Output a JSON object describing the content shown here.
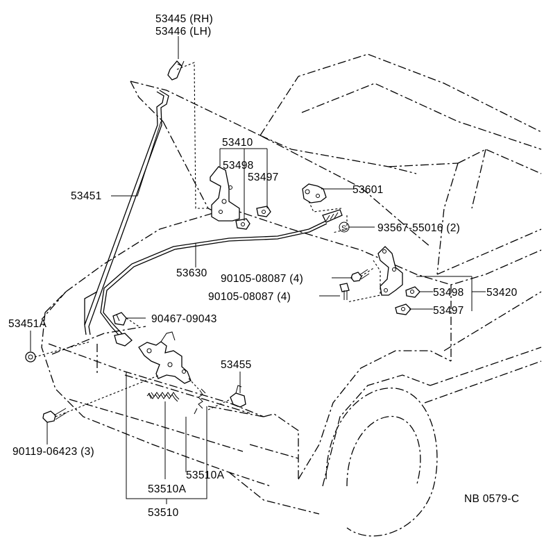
{
  "labels": {
    "p53445": "53445 (RH)",
    "p53446": "53446 (LH)",
    "p53410": "53410",
    "p53498_l": "53498",
    "p53497_l": "53497",
    "p53601": "53601",
    "p93567": "93567-55016 (2)",
    "p53451": "53451",
    "p53630": "53630",
    "p90105_a": "90105-08087 (4)",
    "p90105_b": "90105-08087 (4)",
    "p53498_r": "53498",
    "p53420": "53420",
    "p53497_r": "53497",
    "p53451A": "53451A",
    "p90467": "90467-09043",
    "p53455": "53455",
    "p90119": "90119-06423 (3)",
    "p53510A_r": "53510A",
    "p53510A_l": "53510A",
    "p53510": "53510",
    "s_mark": "S",
    "code": "NB 0579-C"
  }
}
